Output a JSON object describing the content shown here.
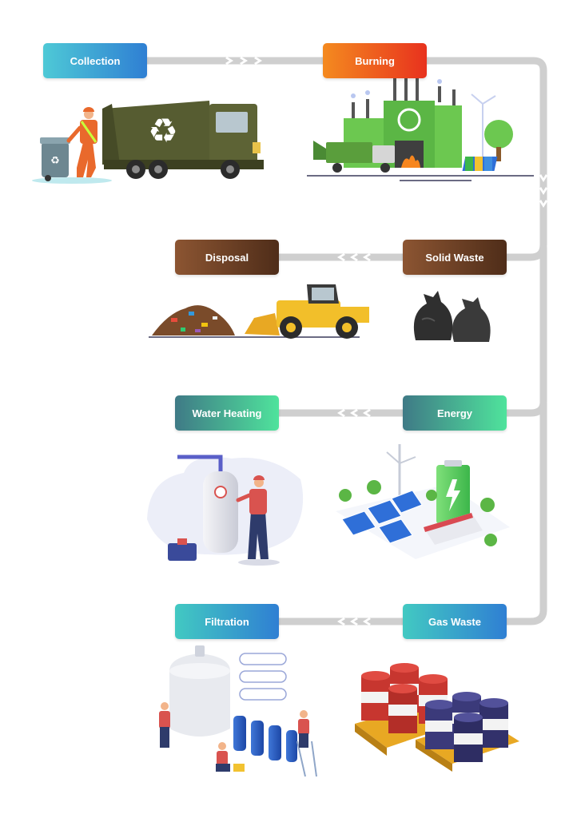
{
  "steps": {
    "collection": "Collection",
    "burning": "Burning",
    "solid_waste": "Solid Waste",
    "disposal": "Disposal",
    "energy": "Energy",
    "water_heating": "Water Heating",
    "gas_waste": "Gas Waste",
    "filtration": "Filtration"
  },
  "colors": {
    "connector": "#cfcfcf",
    "collection_gradient": [
      "#4ec9d6",
      "#2f7fd3"
    ],
    "burning_gradient": [
      "#f48a1f",
      "#e8321e"
    ],
    "solid_waste_gradient": [
      "#8c5532",
      "#4f2d19"
    ],
    "energy_gradient": [
      "#3f7a86",
      "#4fe39c"
    ],
    "gas_waste_gradient": [
      "#42c9c2",
      "#2f7fd3"
    ]
  },
  "illustrations": [
    "waste-worker-with-bin",
    "garbage-truck-recycle",
    "incineration-plant",
    "landfill-pile",
    "bulldozer",
    "trash-bags",
    "water-heater-technician",
    "solar-wind-battery",
    "filtration-system-workers",
    "oil-barrels-on-pallets"
  ]
}
